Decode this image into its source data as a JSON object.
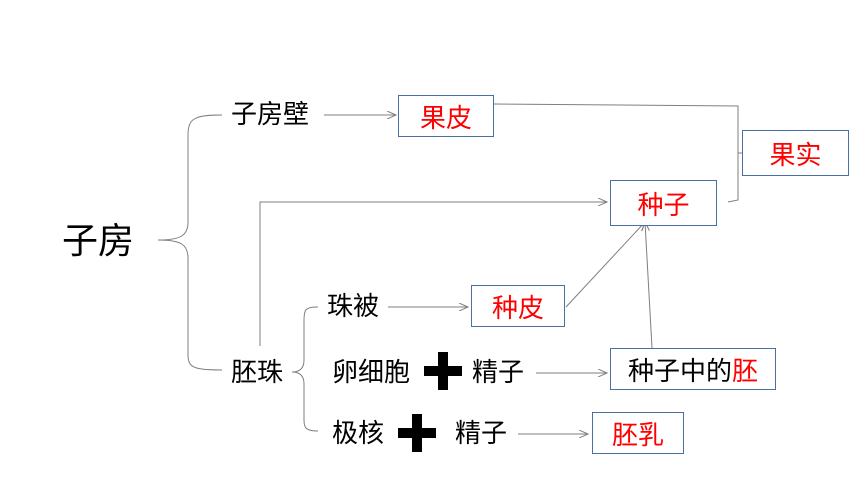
{
  "root": "子房",
  "ovary_wall": "子房壁",
  "ovule": "胚珠",
  "integument": "珠被",
  "egg_cell": "卵细胞",
  "sperm_1": "精子",
  "polar_nuclei": "极核",
  "sperm_2": "精子",
  "results": {
    "pericarp": "果皮",
    "fruit": "果实",
    "seed": "种子",
    "seed_coat": "种皮",
    "embryo_prefix": "种子中的",
    "embryo_highlight": "胚",
    "endosperm": "胚乳"
  },
  "colors": {
    "highlight": "#ff0000",
    "box_border": "#4a6fa5",
    "line": "#7f7f7f"
  },
  "icons": {
    "plus": "plus-icon"
  }
}
